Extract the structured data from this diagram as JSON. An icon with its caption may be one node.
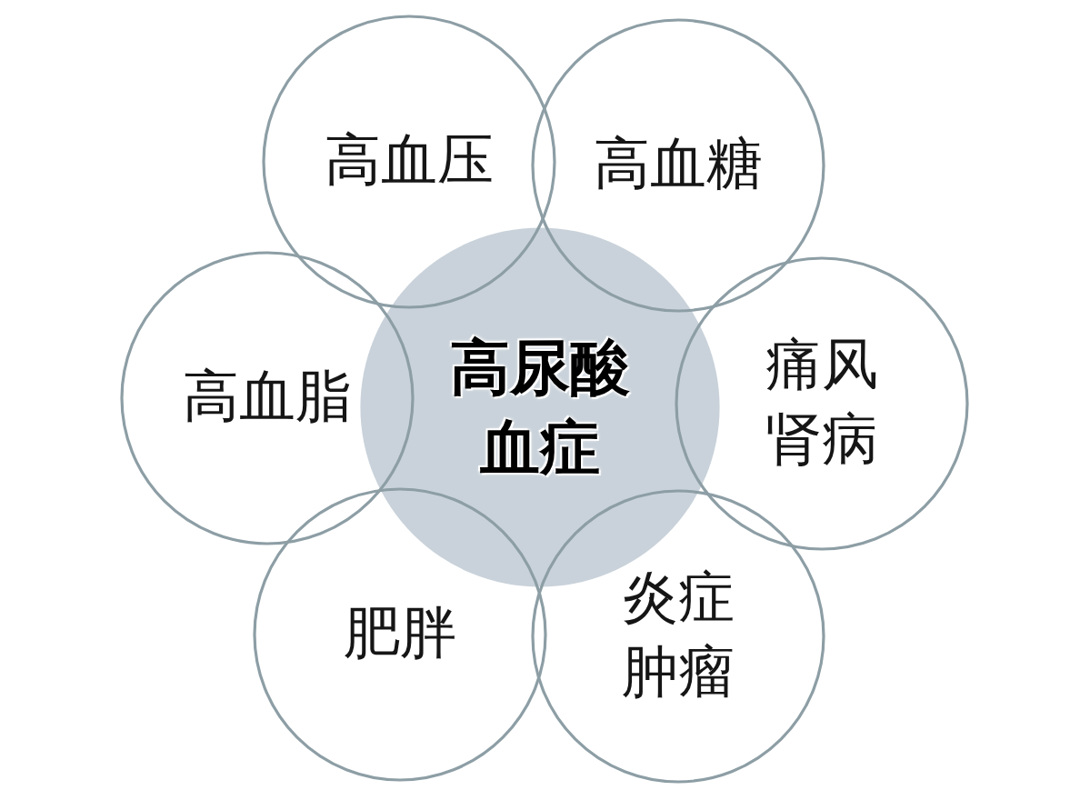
{
  "diagram": {
    "nodes": [
      {
        "text": [
          "高血压"
        ]
      },
      {
        "text": [
          "高血糖"
        ]
      },
      {
        "text": [
          "高血脂"
        ]
      },
      {
        "text": [
          "高尿酸血症"
        ]
      },
      {
        "text": [
          "痛风肾病"
        ]
      },
      {
        "text": [
          "肥胖"
        ]
      },
      {
        "text": [
          "炎症肿瘤"
        ]
      }
    ]
  }
}
